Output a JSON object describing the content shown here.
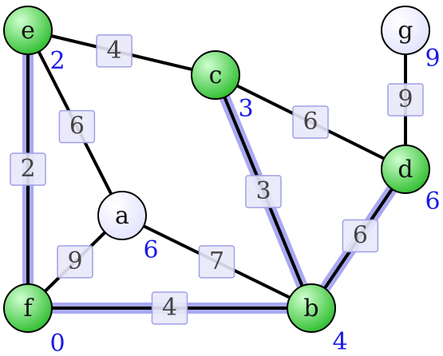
{
  "colors": {
    "visited_fill": "#38c238",
    "visited_highlight": "#cfffcf",
    "unvisited_fill": "#e4e4ff",
    "unvisited_highlight": "#ffffff",
    "edge": "#000000",
    "tree_edge_halo": "#a9a9f2",
    "weight_box_fill": "#e8e8fa",
    "weight_box_stroke": "#a0a0e6",
    "distance_text": "#1a1ae6"
  },
  "nodes": [
    {
      "id": "e",
      "label": "e",
      "visited": true,
      "distance": "2"
    },
    {
      "id": "c",
      "label": "c",
      "visited": true,
      "distance": "3"
    },
    {
      "id": "g",
      "label": "g",
      "visited": false,
      "distance": "9"
    },
    {
      "id": "d",
      "label": "d",
      "visited": true,
      "distance": "6"
    },
    {
      "id": "a",
      "label": "a",
      "visited": false,
      "distance": "6"
    },
    {
      "id": "f",
      "label": "f",
      "visited": true,
      "distance": "0"
    },
    {
      "id": "b",
      "label": "b",
      "visited": true,
      "distance": "4"
    }
  ],
  "edges": [
    {
      "from": "e",
      "to": "c",
      "weight": "4",
      "tree": false
    },
    {
      "from": "e",
      "to": "a",
      "weight": "6",
      "tree": false
    },
    {
      "from": "e",
      "to": "f",
      "weight": "2",
      "tree": true
    },
    {
      "from": "c",
      "to": "b",
      "weight": "3",
      "tree": true
    },
    {
      "from": "c",
      "to": "d",
      "weight": "6",
      "tree": false
    },
    {
      "from": "g",
      "to": "d",
      "weight": "9",
      "tree": false
    },
    {
      "from": "d",
      "to": "b",
      "weight": "6",
      "tree": true
    },
    {
      "from": "a",
      "to": "f",
      "weight": "9",
      "tree": false
    },
    {
      "from": "a",
      "to": "b",
      "weight": "7",
      "tree": false
    },
    {
      "from": "f",
      "to": "b",
      "weight": "4",
      "tree": true
    }
  ]
}
